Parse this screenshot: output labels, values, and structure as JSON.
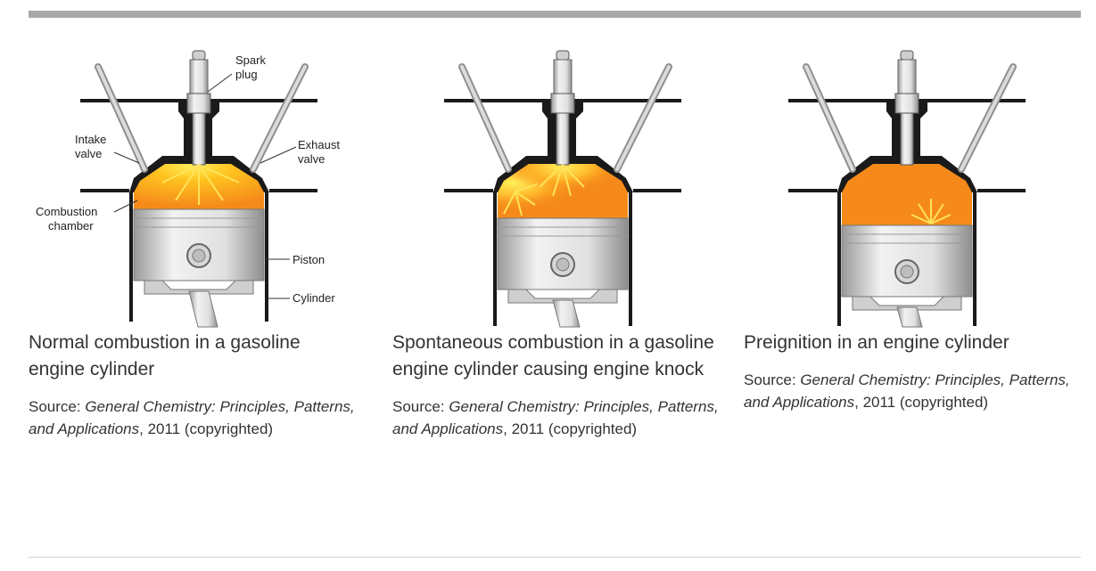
{
  "panels": [
    {
      "caption": "Normal combustion in a gasoline engine cylinder",
      "source_prefix": "Source: ",
      "source_title": "General Chemistry: Principles, Patterns, and Applications",
      "source_suffix": ", 2011 (copyrighted)",
      "labels": {
        "spark_plug_1": "Spark",
        "spark_plug_2": "plug",
        "intake_1": "Intake",
        "intake_2": "valve",
        "exhaust_1": "Exhaust",
        "exhaust_2": "valve",
        "combustion_1": "Combustion",
        "combustion_2": "chamber",
        "piston": "Piston",
        "cylinder": "Cylinder"
      }
    },
    {
      "caption": "Spontaneous combustion in a gasoline engine cylinder causing engine knock",
      "source_prefix": "Source: ",
      "source_title": "General Chemistry: Principles, Patterns, and Applications",
      "source_suffix": ", 2011 (copyrighted)"
    },
    {
      "caption": "Preignition in an engine cylinder",
      "source_prefix": "Source: ",
      "source_title": "General Chemistry: Principles, Patterns, and Applications",
      "source_suffix": ", 2011 (copyrighted)"
    }
  ],
  "colors": {
    "flame": "#f7941d",
    "flame_center": "#ffe84a",
    "metal": "#d9d9d9",
    "outline": "#1a1a1a",
    "rule": "#a8a8a8"
  }
}
